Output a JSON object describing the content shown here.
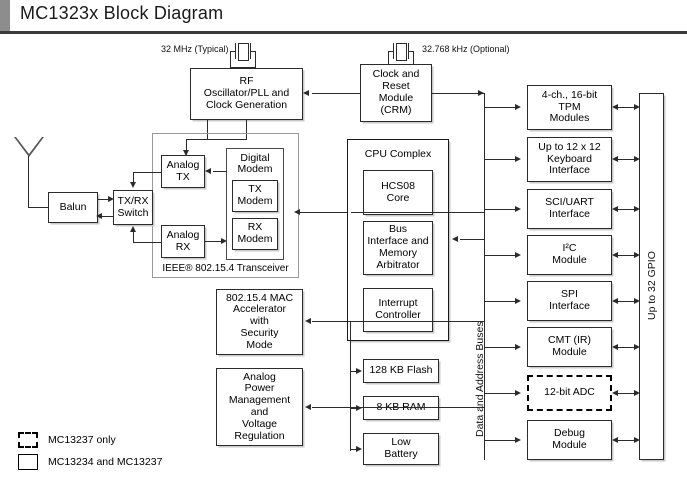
{
  "title": "MC1323x Block Diagram",
  "annotations": {
    "xtal_main": "32 MHz (Typical)",
    "xtal_rtc": "32.768 kHz (Optional)",
    "transceiver_group": "IEEE® 802.15.4 Transceiver",
    "bus_label": "Data and Address Buses",
    "gpio_label": "Up to 32 GPIO"
  },
  "rf_section": {
    "oscillator": "RF\nOscillator/PLL and\nClock Generation",
    "oscillator_l1": "RF",
    "oscillator_l2": "Oscillator/PLL and",
    "oscillator_l3": "Clock Generation",
    "balun": "Balun",
    "txrx_switch_l1": "TX/RX",
    "txrx_switch_l2": "Switch",
    "analog_tx_l1": "Analog",
    "analog_tx_l2": "TX",
    "analog_rx_l1": "Analog",
    "analog_rx_l2": "RX",
    "digital_modem_l1": "Digital",
    "digital_modem_l2": "Modem",
    "tx_modem_l1": "TX",
    "tx_modem_l2": "Modem",
    "rx_modem_l1": "RX",
    "rx_modem_l2": "Modem"
  },
  "clock": {
    "crm_l1": "Clock and",
    "crm_l2": "Reset",
    "crm_l3": "Module",
    "crm_l4": "(CRM)"
  },
  "cpu": {
    "complex_label": "CPU Complex",
    "core_l1": "HCS08",
    "core_l2": "Core",
    "bus_l1": "Bus",
    "bus_l2": "Interface and",
    "bus_l3": "Memory",
    "bus_l4": "Arbitrator",
    "irq_l1": "Interrupt",
    "irq_l2": "Controller"
  },
  "mac": {
    "l1": "802.15.4 MAC",
    "l2": "Accelerator",
    "l3": "with",
    "l4": "Security",
    "l5": "Mode"
  },
  "power": {
    "l1": "Analog",
    "l2": "Power",
    "l3": "Management",
    "l4": "and",
    "l5": "Voltage",
    "l6": "Regulation"
  },
  "memory": [
    {
      "label": "128 KB Flash"
    },
    {
      "label": "8 KB RAM"
    },
    {
      "label_l1": "Low",
      "label_l2": "Battery"
    }
  ],
  "peripherals": [
    {
      "l1": "4-ch., 16-bit",
      "l2": "TPM",
      "l3": "Modules",
      "dashed": false
    },
    {
      "l1": "Up to 12 x 12",
      "l2": "Keyboard",
      "l3": "Interface",
      "dashed": false
    },
    {
      "l1": "SCI/UART",
      "l2": "Interface",
      "l3": "",
      "dashed": false
    },
    {
      "l1": "I²C",
      "l2": "Module",
      "l3": "",
      "dashed": false
    },
    {
      "l1": "SPI",
      "l2": "Interface",
      "l3": "",
      "dashed": false
    },
    {
      "l1": "CMT (IR)",
      "l2": "Module",
      "l3": "",
      "dashed": false
    },
    {
      "l1": "12-bit ADC",
      "l2": "",
      "l3": "",
      "dashed": true
    },
    {
      "l1": "Debug",
      "l2": "Module",
      "l3": "",
      "dashed": false
    }
  ],
  "legend": [
    {
      "style": "dashed",
      "label": "MC13237 only"
    },
    {
      "style": "solid",
      "label": "MC13234 and MC13237"
    }
  ]
}
